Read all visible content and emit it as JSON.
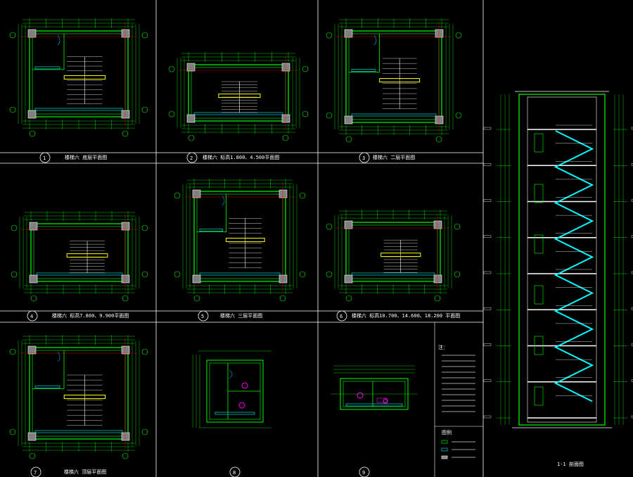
{
  "colors": {
    "background": "#000000",
    "frame": "#ffffff",
    "wall": "#00ff00",
    "stair": "#ffff00",
    "glass": "#00ffff",
    "axis": "#ff0000",
    "door": "#00a0ff",
    "fixture": "#ff00ff",
    "hatch": "#808080"
  },
  "sheet": {
    "panel_titles": [
      "楼梯六 底层平面图",
      "楼梯六 标高1.800、4.500平面图",
      "楼梯六 二层平面图",
      "楼梯六 标高7.800、9.900平面图",
      "楼梯六 三层平面图",
      "楼梯六 标高10.700、14.600、18.200 平面图",
      "楼梯六 顶层平面图"
    ],
    "panel_numbers": [
      "1",
      "2",
      "3",
      "4",
      "5",
      "6",
      "7",
      "8",
      "9"
    ],
    "section_title": "1-1 剖面图",
    "notes_heading": "注：",
    "legend_title": "图例"
  }
}
